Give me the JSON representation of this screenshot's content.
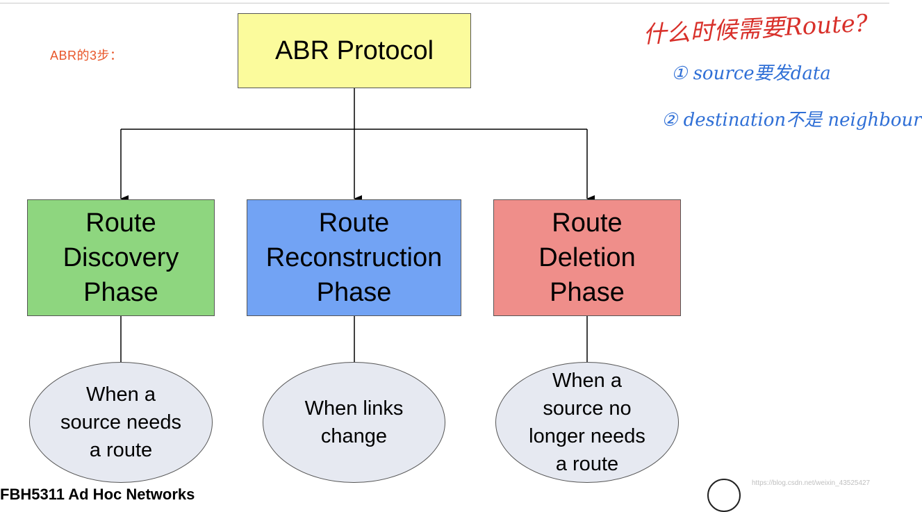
{
  "side_note": {
    "text": "ABR的3步：",
    "color": "#e8562a"
  },
  "root": {
    "label": "ABR Protocol",
    "fill": "#fbfb9c"
  },
  "phases": [
    {
      "label": "Route\nDiscovery\nPhase",
      "fill": "#8ed67f"
    },
    {
      "label": "Route\nReconstruction\nPhase",
      "fill": "#72a3f4"
    },
    {
      "label": "Route\nDeletion\nPhase",
      "fill": "#ef8e8a"
    }
  ],
  "conditions": [
    {
      "label": "When a\nsource needs\na route"
    },
    {
      "label": "When links\nchange"
    },
    {
      "label": "When a\nsource no\nlonger needs\na route"
    }
  ],
  "ellipse_fill": "#e6e9f1",
  "annotations": {
    "title": {
      "text": "什么时候需要Route?",
      "color": "#d8302a"
    },
    "items": [
      {
        "text": "① source要发data",
        "color": "#2f6fd6"
      },
      {
        "text": "② destination不是 neighbour",
        "color": "#2f6fd6"
      }
    ]
  },
  "footer": {
    "text": "FBH5311  Ad Hoc Networks"
  },
  "watermark": {
    "text": "https://blog.csdn.net/weixin_43525427",
    "color": "#bfbfbf"
  }
}
